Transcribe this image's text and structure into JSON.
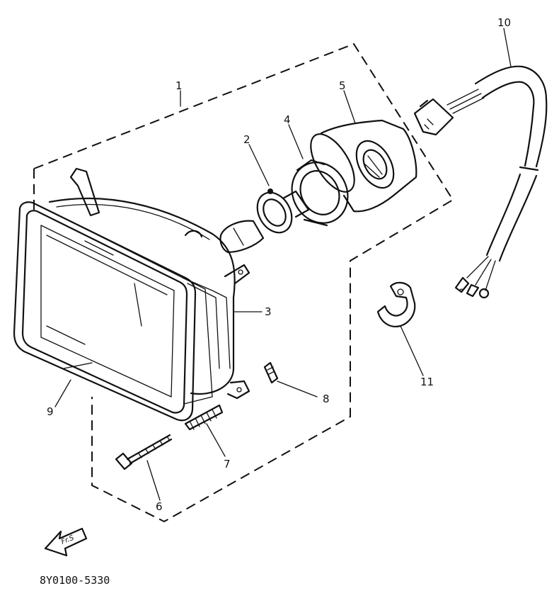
{
  "diagram": {
    "part_code": "8Y0100-5330",
    "front_arrow_label": "Fr.S",
    "callouts": [
      {
        "id": "1",
        "label": "1"
      },
      {
        "id": "2",
        "label": "2"
      },
      {
        "id": "3",
        "label": "3"
      },
      {
        "id": "4",
        "label": "4"
      },
      {
        "id": "5",
        "label": "5"
      },
      {
        "id": "6",
        "label": "6"
      },
      {
        "id": "7",
        "label": "7"
      },
      {
        "id": "8",
        "label": "8"
      },
      {
        "id": "9",
        "label": "9"
      },
      {
        "id": "10",
        "label": "10"
      },
      {
        "id": "11",
        "label": "11"
      }
    ]
  }
}
